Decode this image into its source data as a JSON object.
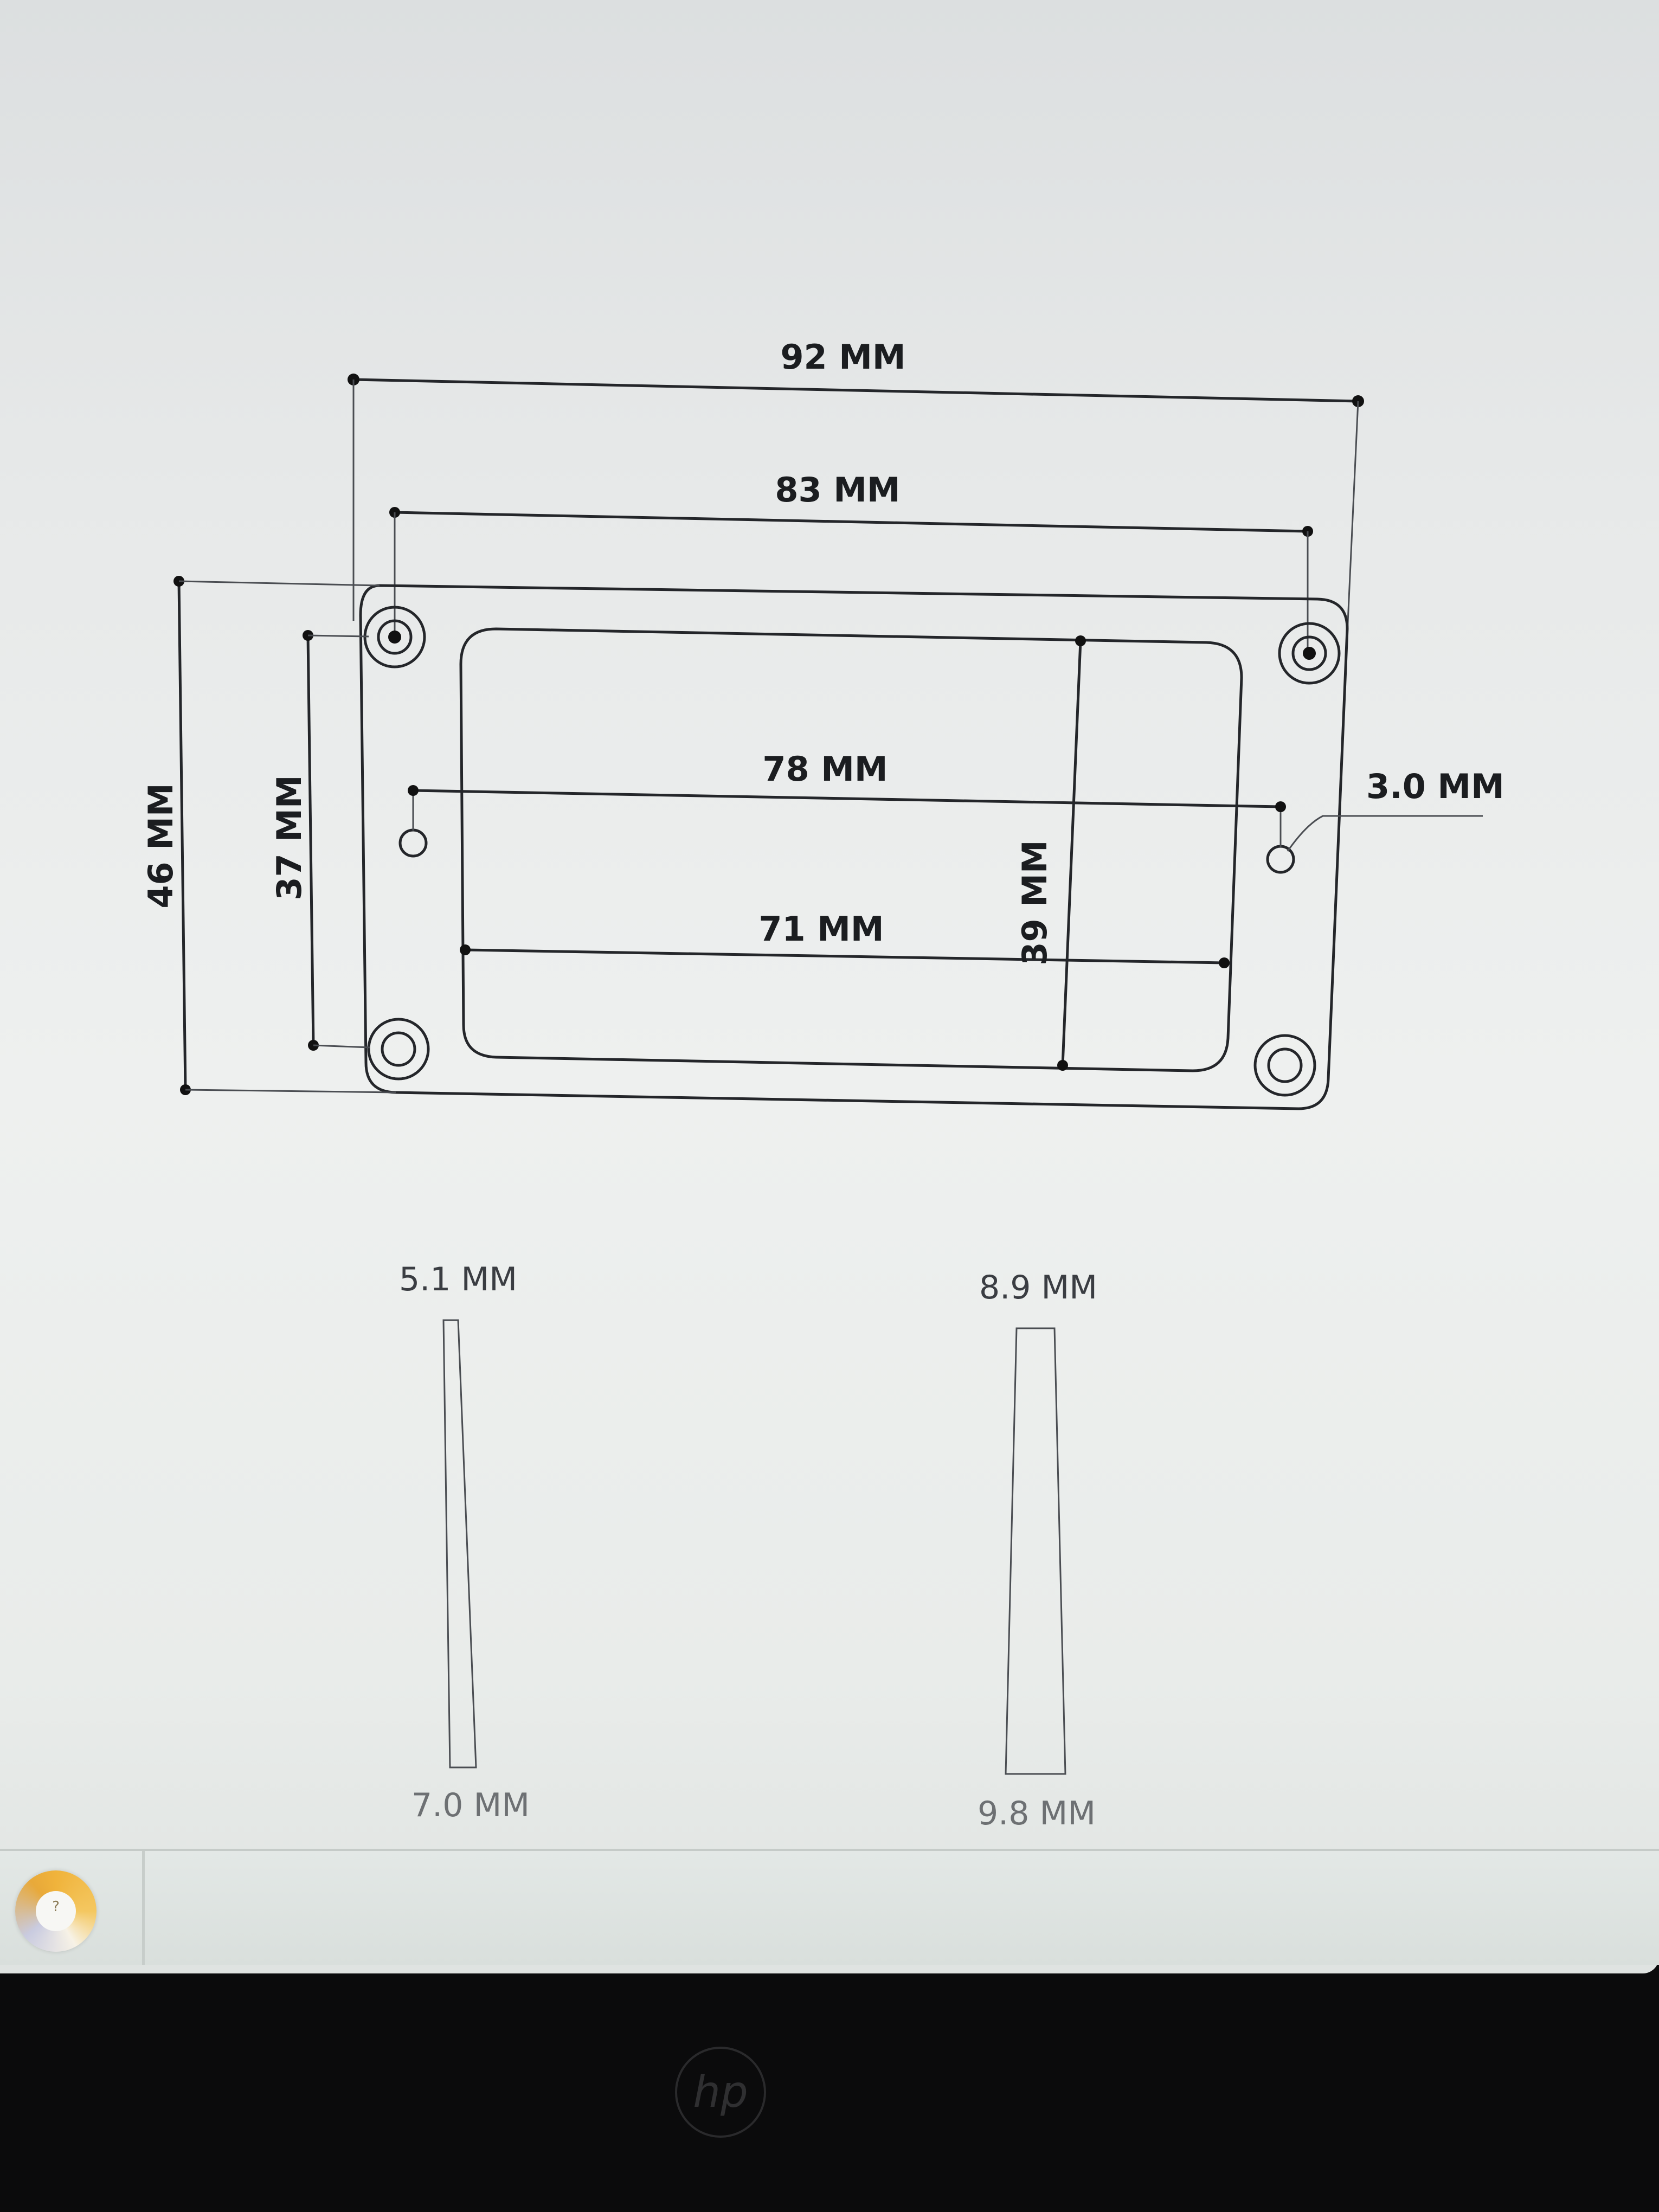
{
  "drawing": {
    "dim_overall_width": "92 MM",
    "dim_mount_hole_span": "83 MM",
    "dim_pickup_opening_width": "78 MM",
    "dim_inner_width": "71 MM",
    "dim_overall_height": "46 MM",
    "dim_mount_hole_height": "37 MM",
    "dim_opening_height": "39 MM",
    "dim_screw_hole": "3.0 MM",
    "side_left_top": "5.1 MM",
    "side_left_bottom": "7.0 MM",
    "side_right_top": "8.9 MM",
    "side_right_bottom": "9.8 MM"
  },
  "taskbar": {
    "start_icon": "windows-orb-icon"
  },
  "bezel": {
    "logo": "hp"
  }
}
